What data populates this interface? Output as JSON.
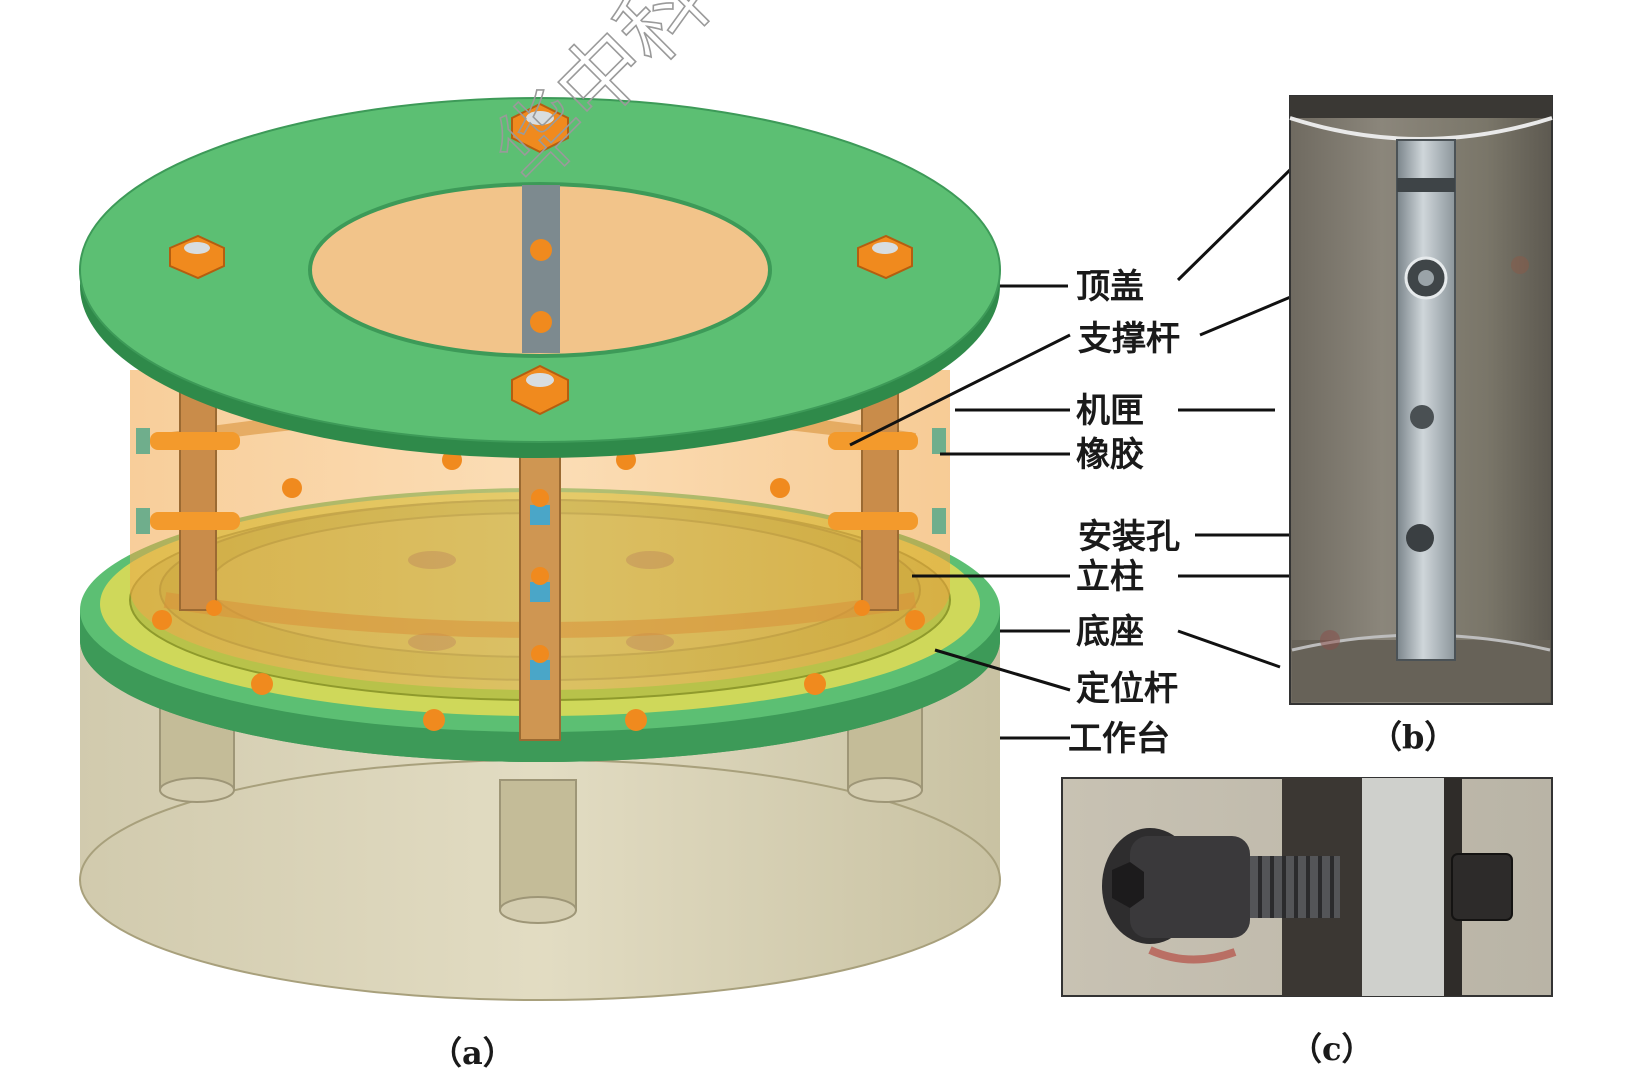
{
  "figure": {
    "labels": {
      "top_cover": "顶盖",
      "support_rod": "支撑杆",
      "casing": "机匣",
      "rubber": "橡胶",
      "mount_hole": "安装孔",
      "column": "立柱",
      "base": "底座",
      "locating_rod": "定位杆",
      "worktable": "工作台"
    },
    "captions": {
      "a": "（a）",
      "b": "（b）",
      "c": "（c）"
    },
    "watermark": "华中科"
  },
  "colors": {
    "cover_green": "#5cbf73",
    "cover_edge": "#2f8a4a",
    "orange": "#f39a2c",
    "casing_orange": "#f6b15a",
    "base_yellow": "#c8d24a",
    "table_tan": "#cfc7a4",
    "steel": "#8a9499"
  }
}
